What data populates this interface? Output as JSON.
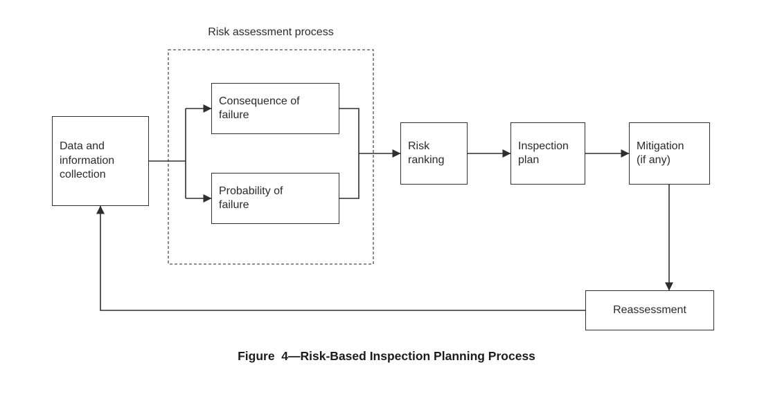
{
  "diagram": {
    "group_label": "Risk assessment process",
    "caption": "Figure  4—Risk-Based Inspection Planning Process",
    "nodes": {
      "data_collection": "Data and\ninformation\ncollection",
      "consequence": "Consequence of\nfailure",
      "probability": "Probability of\nfailure",
      "risk_ranking": "Risk\nranking",
      "inspection_plan": "Inspection\nplan",
      "mitigation": "Mitigation\n(if any)",
      "reassessment": "Reassessment"
    },
    "colors": {
      "line": "#2e2e2e",
      "text": "#2a2a2a",
      "background": "#ffffff"
    }
  }
}
